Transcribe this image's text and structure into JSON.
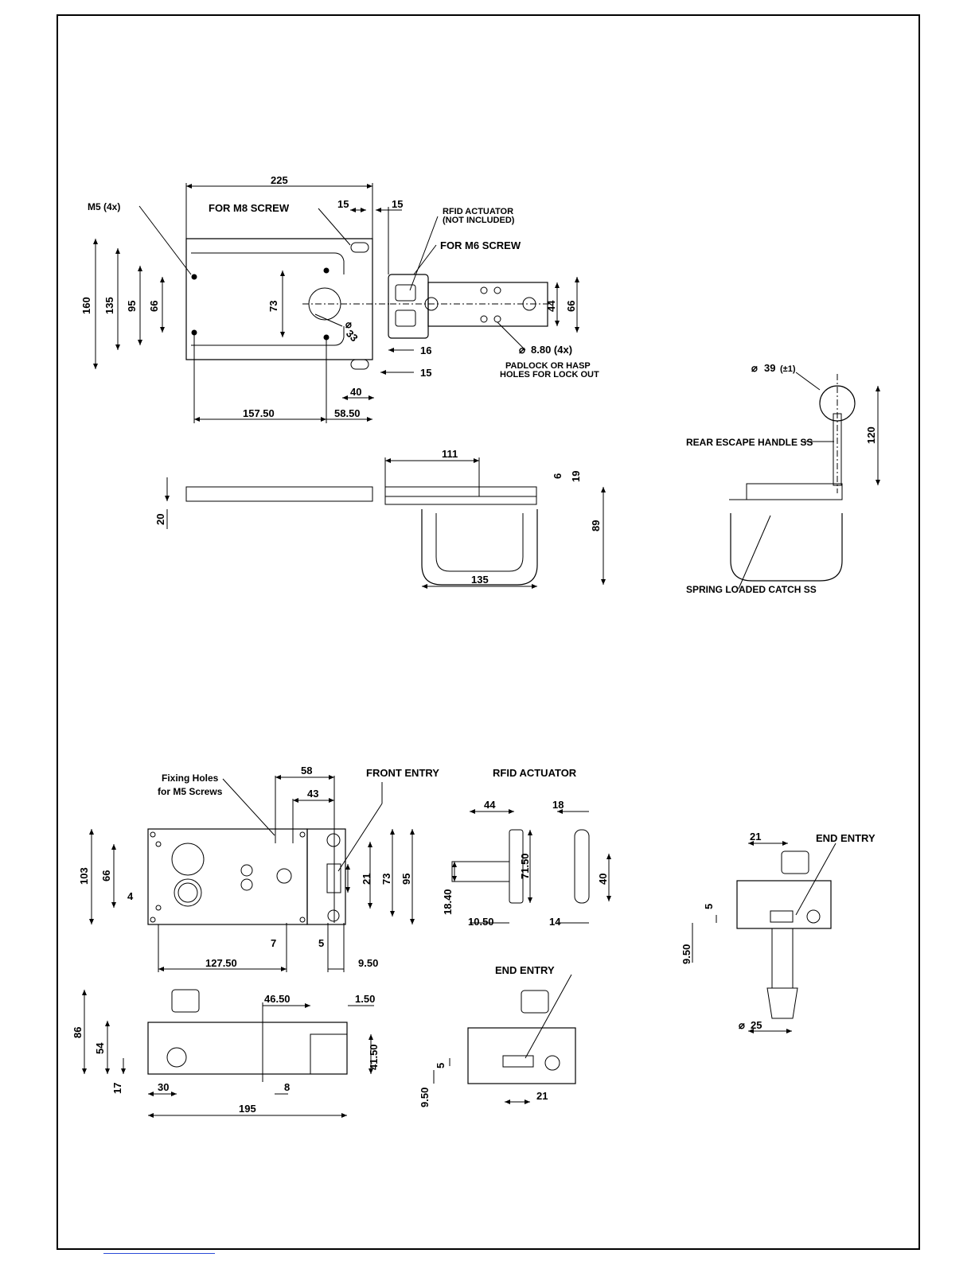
{
  "top_drawing": {
    "dims": {
      "d225": "225",
      "d15a": "15",
      "d15b": "15",
      "d160": "160",
      "d135": "135",
      "d95": "95",
      "d66a": "66",
      "d73": "73",
      "d33": "33",
      "d44": "44",
      "d66b": "66",
      "d16": "16",
      "d15c": "15",
      "d40": "40",
      "d157_50": "157.50",
      "d58_50": "58.50",
      "d111": "111",
      "d6": "6",
      "d19": "19",
      "d20": "20",
      "d89": "89",
      "d135b": "135",
      "d39": "39",
      "d39tol": "(±1)",
      "d120": "120"
    },
    "labels": {
      "m5": "M5 (4x)",
      "m8": "FOR M8 SCREW",
      "rfid1": "RFID ACTUATOR",
      "rfid2": "(NOT INCLUDED)",
      "m6": "FOR M6 SCREW",
      "holes": "8.80 (4x)",
      "padlock1": "PADLOCK OR HASP",
      "padlock2": "HOLES FOR LOCK OUT",
      "rear": "REAR ESCAPE HANDLE SS",
      "spring": "SPRING LOADED CATCH SS"
    }
  },
  "bottom_drawing": {
    "dims": {
      "d58": "58",
      "d43": "43",
      "d103": "103",
      "d66": "66",
      "d4": "4",
      "d21a": "21",
      "d73": "73",
      "d95": "95",
      "d7": "7",
      "d5a": "5",
      "d127_50": "127.50",
      "d9_50a": "9.50",
      "d44": "44",
      "d18": "18",
      "d71_50": "71.50",
      "d40": "40",
      "d18_40": "18.40",
      "d10_50": "10.50",
      "d14": "14",
      "d86": "86",
      "d54": "54",
      "d17": "17",
      "d30": "30",
      "d46_50": "46.50",
      "d1_50": "1.50",
      "d41_50": "41.50",
      "d8": "8",
      "d195": "195",
      "d5b": "5",
      "d9_50b": "9.50",
      "d21b": "21",
      "d21c": "21",
      "d5c": "5",
      "d9_50c": "9.50",
      "d25": "25"
    },
    "labels": {
      "fixing1": "Fixing Holes",
      "fixing2": "for M5 Screws",
      "front": "FRONT ENTRY",
      "rfid": "RFID ACTUATOR",
      "end1": "END ENTRY",
      "end2": "END ENTRY"
    }
  }
}
